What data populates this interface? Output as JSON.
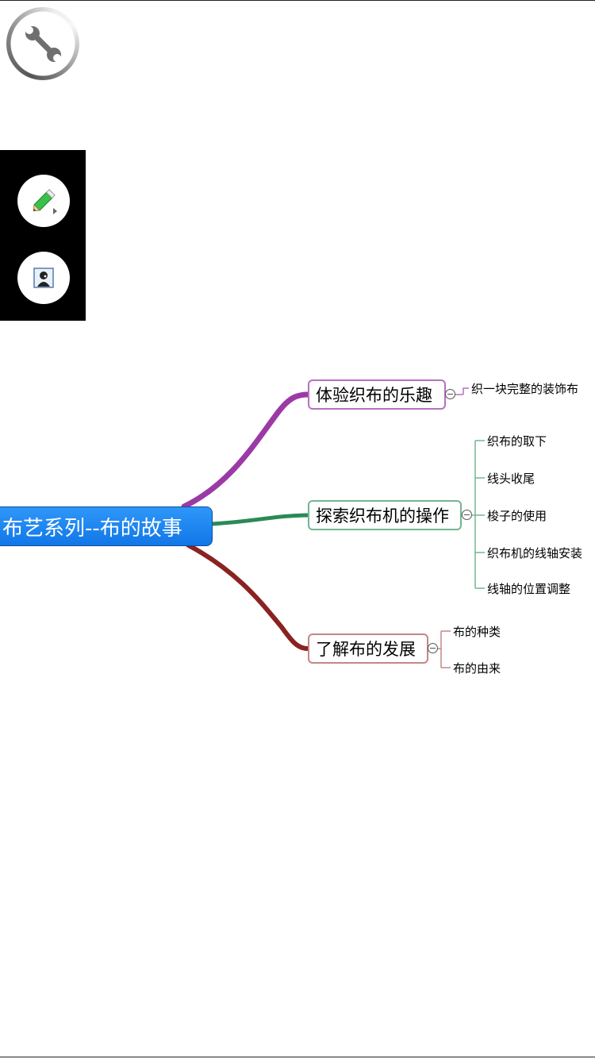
{
  "toolbar": {
    "settings_icon": "wrench-icon",
    "pen_icon": "pencil-eraser-icon",
    "image_icon": "portrait-image-icon"
  },
  "mindmap": {
    "central": "布艺系列--布的故事",
    "branches": [
      {
        "label": "体验织布的乐趣",
        "color": "#9b3aa6",
        "children": [
          "织一块完整的装饰布"
        ]
      },
      {
        "label": "探索织布机的操作",
        "color": "#2a8a57",
        "children": [
          "织布的取下",
          "线头收尾",
          "梭子的使用",
          "织布机的线轴安装",
          "线轴的位置调整"
        ]
      },
      {
        "label": "了解布的发展",
        "color": "#8a2222",
        "children": [
          "布的种类",
          "布的由来"
        ]
      }
    ]
  }
}
